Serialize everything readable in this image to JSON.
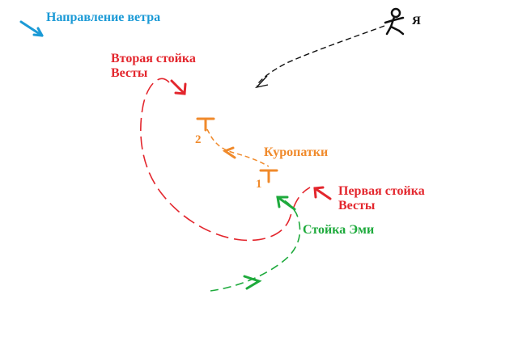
{
  "colors": {
    "wind": "#1b9ad6",
    "vesta": "#e3262d",
    "emmy": "#1eaa3c",
    "partridges": "#f08a2b",
    "me": "#111111"
  },
  "labels": {
    "wind_direction": "Направление ветра",
    "me": "Я",
    "second_point": [
      "Вторая стойка",
      "Весты"
    ],
    "partridges": "Куропатки",
    "first_point": [
      "Первая стойка",
      "Весты"
    ],
    "emmy_point": "Стойка Эми",
    "marker_1": "1",
    "marker_2": "2"
  },
  "icons": {
    "wind": "arrow-icon",
    "me": "stick-figure-icon",
    "bird_marker": "t-marker-icon"
  }
}
